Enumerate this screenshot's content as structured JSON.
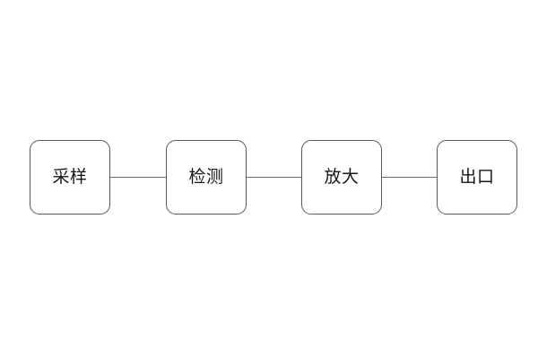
{
  "diagram": {
    "type": "linear-flow-chart",
    "orientation": "horizontal",
    "background_color": "#ffffff",
    "node_border_color": "#555b5e",
    "node_fill_color": "#ffffff",
    "connector_color": "#6a6f72",
    "label_color": "#171717",
    "nodes": [
      {
        "id": "sampling",
        "label": "采样"
      },
      {
        "id": "detection",
        "label": "检测"
      },
      {
        "id": "amplification",
        "label": "放大"
      },
      {
        "id": "output",
        "label": "出口"
      }
    ],
    "connectors": [
      {
        "id": "link-1",
        "from": "采样",
        "to": "检测"
      },
      {
        "id": "link-2",
        "from": "检测",
        "to": "放大"
      },
      {
        "id": "link-3",
        "from": "放大",
        "to": "出口"
      }
    ]
  }
}
